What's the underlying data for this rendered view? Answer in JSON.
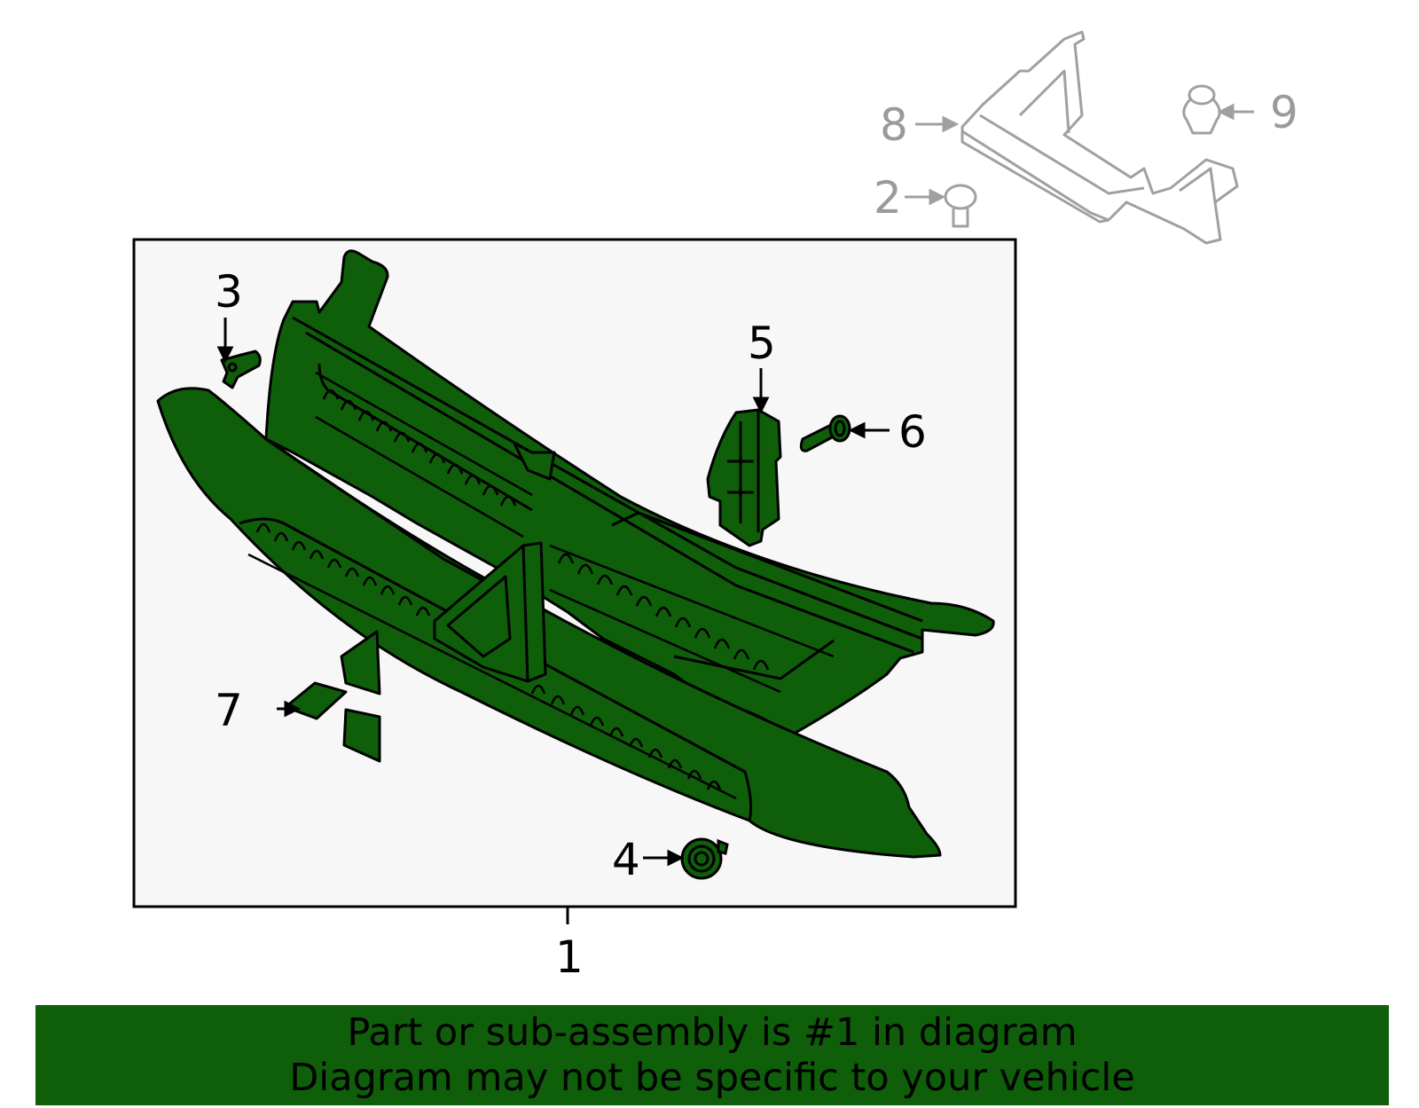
{
  "colors": {
    "part_fill": "#0f5e0a",
    "outline": "#000000",
    "grey_outline": "#a0a0a0",
    "panel_bg": "#f7f7f7",
    "banner_bg": "#0f5e0a"
  },
  "callouts": {
    "c1": "1",
    "c2": "2",
    "c3": "3",
    "c4": "4",
    "c5": "5",
    "c6": "6",
    "c7": "7",
    "c8": "8",
    "c9": "9"
  },
  "banner": {
    "line1": "Part or sub-assembly is #1 in diagram",
    "line2": "Diagram may not be specific to your vehicle"
  }
}
